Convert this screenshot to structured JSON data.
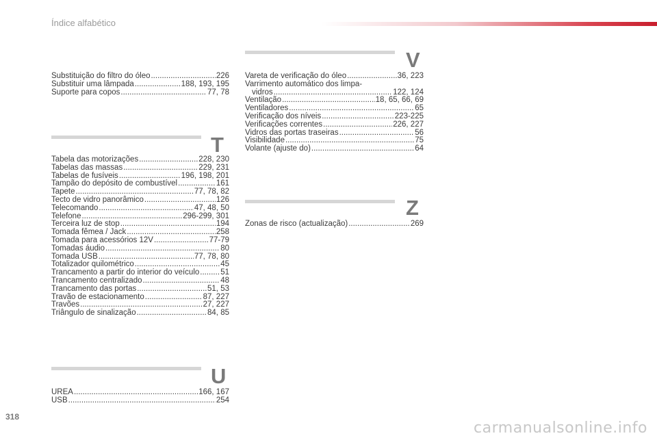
{
  "header": {
    "title": "Índice alfabético"
  },
  "page_number": "318",
  "watermark": "carmanualsonline.info",
  "top_left_entries": [
    {
      "label": "Substituição do filtro do óleo",
      "pages": "226"
    },
    {
      "label": "Substituir uma lâmpada",
      "pages": "188, 193, 195"
    },
    {
      "label": "Suporte para copos",
      "pages": "77, 78"
    }
  ],
  "sections": {
    "T": {
      "letter": "T",
      "entries": [
        {
          "label": "Tabela das motorizações",
          "pages": "228, 230"
        },
        {
          "label": "Tabelas das massas",
          "pages": "229, 231"
        },
        {
          "label": "Tabelas de fusíveis",
          "pages": "196, 198, 201"
        },
        {
          "label": "Tampão do depósito de combustível",
          "pages": "161"
        },
        {
          "label": "Tapete",
          "pages": "77, 78, 82"
        },
        {
          "label": "Tecto de vidro panorâmico",
          "pages": "126"
        },
        {
          "label": "Telecomando",
          "pages": "47, 48, 50"
        },
        {
          "label": "Telefone",
          "pages": "296-299, 301"
        },
        {
          "label": "Terceira luz de stop",
          "pages": "194"
        },
        {
          "label": "Tomada fêmea / Jack",
          "pages": "258"
        },
        {
          "label": "Tomada para acessórios 12V",
          "pages": "77-79"
        },
        {
          "label": "Tomadas áudio",
          "pages": "80"
        },
        {
          "label": "Tomada USB",
          "pages": "77, 78, 80"
        },
        {
          "label": "Totalizador quilométrico",
          "pages": "45"
        },
        {
          "label": "Trancamento a partir do interior do veículo",
          "pages": "51"
        },
        {
          "label": "Trancamento centralizado",
          "pages": "48"
        },
        {
          "label": "Trancamento das portas",
          "pages": "51, 53"
        },
        {
          "label": "Travão de estacionamento",
          "pages": "87, 227"
        },
        {
          "label": "Travões",
          "pages": "27, 227"
        },
        {
          "label": "Triângulo de sinalização",
          "pages": "84, 85"
        }
      ]
    },
    "U": {
      "letter": "U",
      "entries": [
        {
          "label": "UREA",
          "pages": "166, 167"
        },
        {
          "label": "USB",
          "pages": "254"
        }
      ]
    },
    "V": {
      "letter": "V",
      "entries": [
        {
          "label": "Vareta de verificação do óleo",
          "pages": "36, 223"
        },
        {
          "label": "Varrimento automático dos limpa-",
          "pages": ""
        },
        {
          "label": "vidros",
          "pages": "122, 124",
          "continuation": true
        },
        {
          "label": "Ventilação",
          "pages": "18, 65, 66, 69"
        },
        {
          "label": "Ventiladores",
          "pages": "65"
        },
        {
          "label": "Verificação dos níveis",
          "pages": "223-225"
        },
        {
          "label": "Verificações correntes",
          "pages": "226, 227"
        },
        {
          "label": "Vidros das portas traseiras",
          "pages": "56"
        },
        {
          "label": "Visibilidade",
          "pages": "75"
        },
        {
          "label": "Volante (ajuste do)",
          "pages": "64"
        }
      ]
    },
    "Z": {
      "letter": "Z",
      "entries": [
        {
          "label": "Zonas de risco (actualização)",
          "pages": "269"
        }
      ]
    }
  }
}
